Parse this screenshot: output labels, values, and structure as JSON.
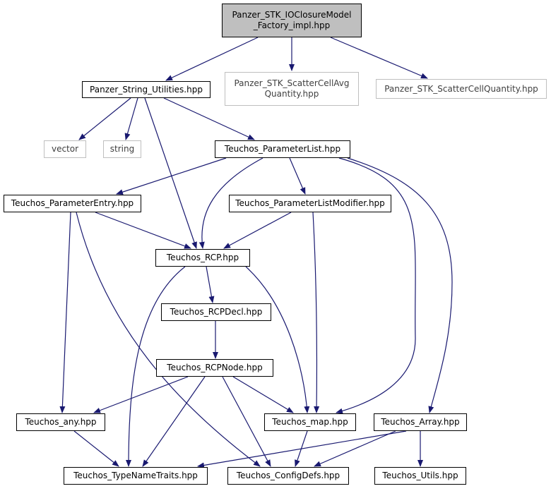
{
  "colors": {
    "edge": "#191970",
    "root_fill": "#bfbfbf",
    "ext_border": "#bfbfbf",
    "node_border": "#000000"
  },
  "nodes": {
    "root": {
      "line1": "Panzer_STK_IOClosureModel",
      "line2": "_Factory_impl.hpp"
    },
    "strutil": {
      "label": "Panzer_String_Utilities.hpp"
    },
    "scattavg": {
      "line1": "Panzer_STK_ScatterCellAvg",
      "line2": "Quantity.hpp"
    },
    "scattq": {
      "label": "Panzer_STK_ScatterCellQuantity.hpp"
    },
    "vector": {
      "label": "vector"
    },
    "string": {
      "label": "string"
    },
    "plist": {
      "label": "Teuchos_ParameterList.hpp"
    },
    "pentry": {
      "label": "Teuchos_ParameterEntry.hpp"
    },
    "plistmod": {
      "label": "Teuchos_ParameterListModifier.hpp"
    },
    "rcp": {
      "label": "Teuchos_RCP.hpp"
    },
    "rcpdecl": {
      "label": "Teuchos_RCPDecl.hpp"
    },
    "rcpnode": {
      "label": "Teuchos_RCPNode.hpp"
    },
    "any": {
      "label": "Teuchos_any.hpp"
    },
    "map": {
      "label": "Teuchos_map.hpp"
    },
    "array": {
      "label": "Teuchos_Array.hpp"
    },
    "tnt": {
      "label": "Teuchos_TypeNameTraits.hpp"
    },
    "cfg": {
      "label": "Teuchos_ConfigDefs.hpp"
    },
    "utils": {
      "label": "Teuchos_Utils.hpp"
    }
  },
  "edges": [
    [
      "root",
      "strutil"
    ],
    [
      "root",
      "scattavg"
    ],
    [
      "root",
      "scattq"
    ],
    [
      "strutil",
      "vector"
    ],
    [
      "strutil",
      "string"
    ],
    [
      "strutil",
      "plist"
    ],
    [
      "strutil",
      "rcp"
    ],
    [
      "plist",
      "pentry"
    ],
    [
      "plist",
      "plistmod"
    ],
    [
      "plist",
      "rcp"
    ],
    [
      "plist",
      "map"
    ],
    [
      "plist",
      "array"
    ],
    [
      "pentry",
      "rcp"
    ],
    [
      "pentry",
      "any"
    ],
    [
      "pentry",
      "cfg"
    ],
    [
      "plistmod",
      "rcp"
    ],
    [
      "plistmod",
      "map"
    ],
    [
      "rcp",
      "rcpdecl"
    ],
    [
      "rcp",
      "tnt"
    ],
    [
      "rcp",
      "map"
    ],
    [
      "rcpdecl",
      "rcpnode"
    ],
    [
      "rcpnode",
      "any"
    ],
    [
      "rcpnode",
      "map"
    ],
    [
      "rcpnode",
      "tnt"
    ],
    [
      "rcpnode",
      "cfg"
    ],
    [
      "any",
      "tnt"
    ],
    [
      "map",
      "cfg"
    ],
    [
      "array",
      "tnt"
    ],
    [
      "array",
      "cfg"
    ],
    [
      "array",
      "utils"
    ]
  ]
}
